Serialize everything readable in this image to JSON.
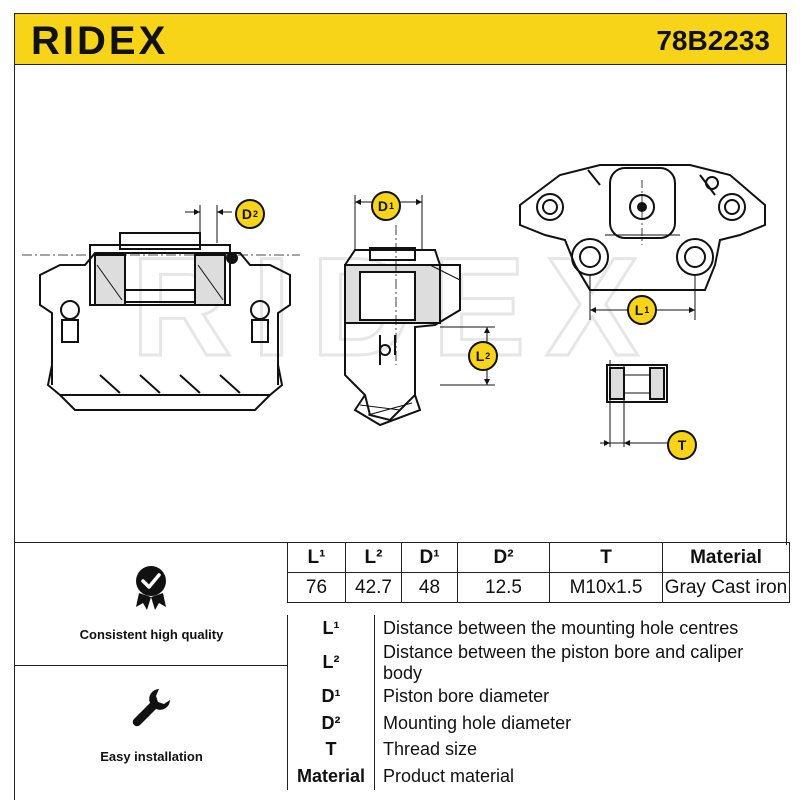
{
  "header": {
    "brand": "RIDEX",
    "part_number": "78B2233"
  },
  "watermark": "RIDEX",
  "badges": {
    "d2": "D",
    "d2_sup": "2",
    "d1": "D",
    "d1_sup": "1",
    "l2": "L",
    "l2_sup": "2",
    "l1": "L",
    "l1_sup": "1",
    "t": "T"
  },
  "features": [
    {
      "icon": "quality-badge-icon",
      "label": "Consistent high quality"
    },
    {
      "icon": "wrench-icon",
      "label": "Easy installation"
    }
  ],
  "spec_table": {
    "headers": [
      "L¹",
      "L²",
      "D¹",
      "D²",
      "T",
      "Material"
    ],
    "values": [
      "76",
      "42.7",
      "48",
      "12.5",
      "M10x1.5",
      "Gray Cast iron"
    ]
  },
  "legend": [
    {
      "key": "L¹",
      "desc": "Distance between the mounting hole centres"
    },
    {
      "key": "L²",
      "desc": "Distance between the piston bore and caliper body"
    },
    {
      "key": "D¹",
      "desc": "Piston bore diameter"
    },
    {
      "key": "D²",
      "desc": "Mounting hole diameter"
    },
    {
      "key": "T",
      "desc": "Thread size"
    },
    {
      "key": "Material",
      "desc": "Product material"
    }
  ]
}
